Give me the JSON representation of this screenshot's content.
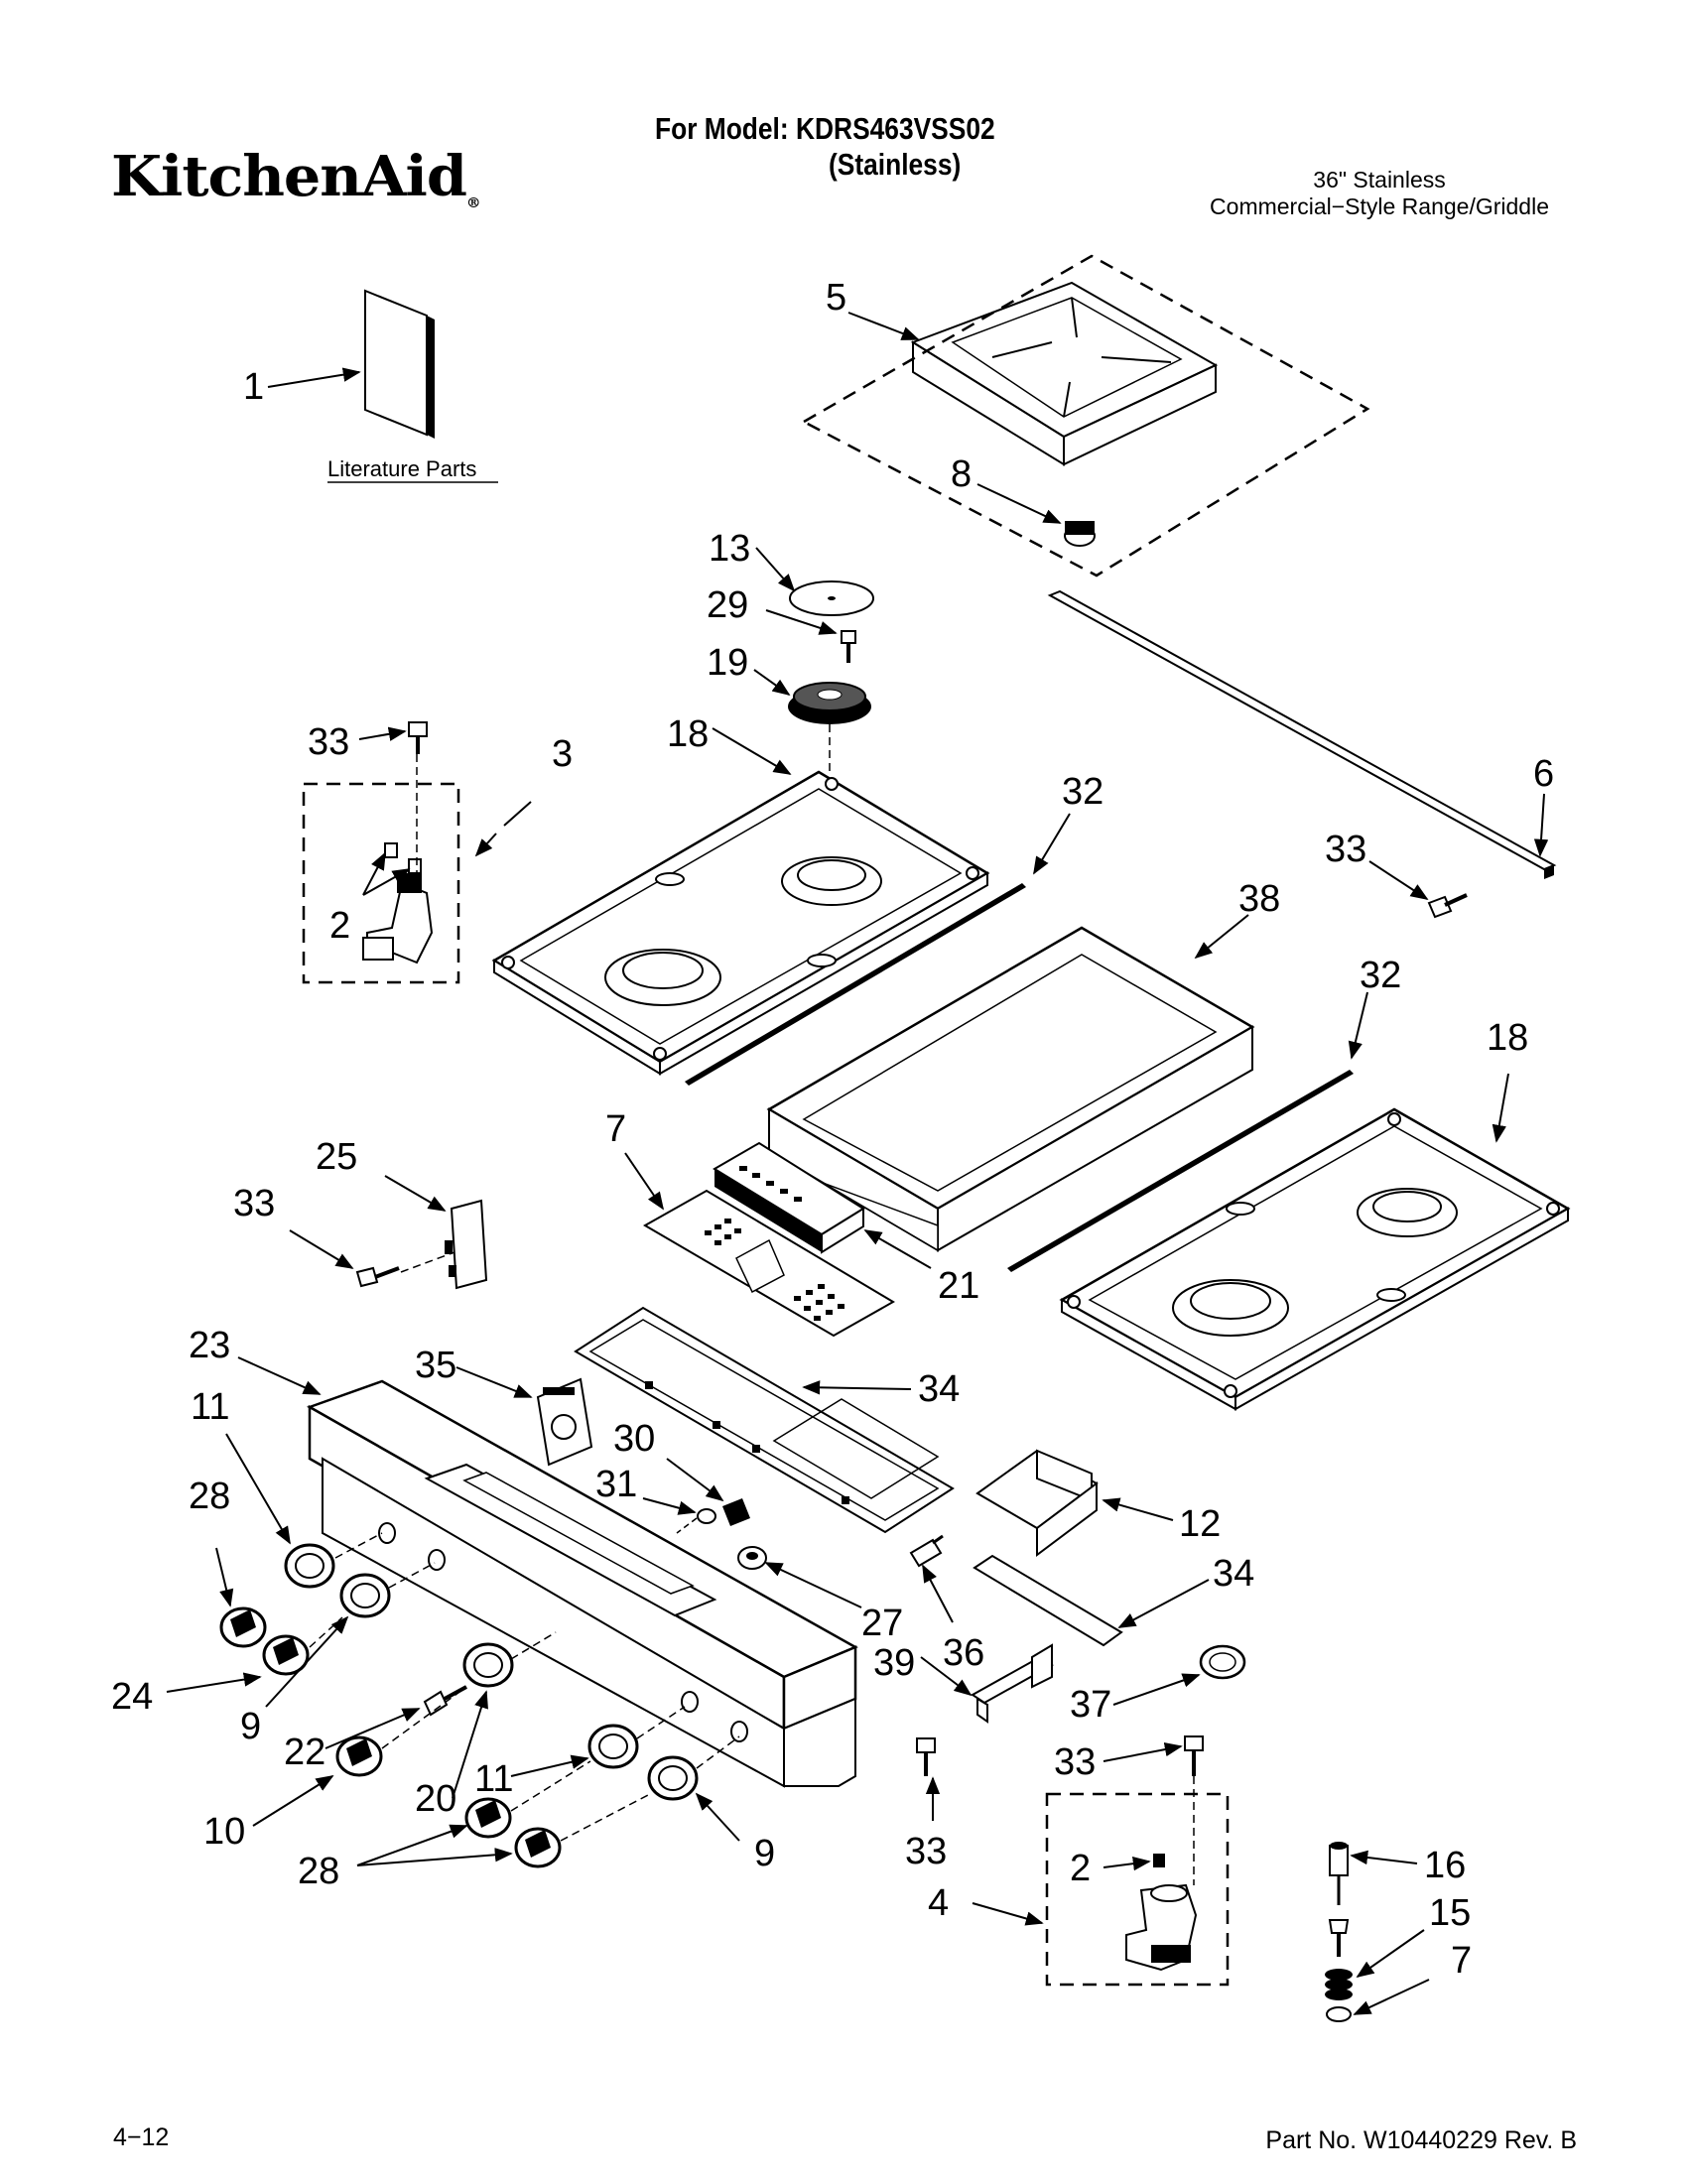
{
  "header": {
    "brand": "KitchenAid",
    "brand_mark": "®",
    "model_line": "For Model: KDRS463VSS02",
    "finish_line": "(Stainless)",
    "product_line1": "36\" Stainless",
    "product_line2": "Commercial−Style Range/Griddle"
  },
  "diagram": {
    "literature_label": "Literature Parts",
    "callouts": {
      "c1": "1",
      "c5": "5",
      "c8": "8",
      "c13": "13",
      "c29": "29",
      "c19": "19",
      "c33a": "33",
      "c3": "3",
      "c18a": "18",
      "c2a": "2",
      "c32a": "32",
      "c6": "6",
      "c33b": "33",
      "c38": "38",
      "c32b": "32",
      "c18b": "18",
      "c25": "25",
      "c7a": "7",
      "c33c": "33",
      "c21": "21",
      "c23": "23",
      "c35": "35",
      "c34a": "34",
      "c11a": "11",
      "c30": "30",
      "c28a": "28",
      "c31": "31",
      "c12": "12",
      "c34b": "34",
      "c27": "27",
      "c36": "36",
      "c24": "24",
      "c39": "39",
      "c9a": "9",
      "c37": "37",
      "c22": "22",
      "c33d": "33",
      "c20": "20",
      "c11b": "11",
      "c10": "10",
      "c33e": "33",
      "c28b": "28",
      "c9b": "9",
      "c2b": "2",
      "c16": "16",
      "c4": "4",
      "c15": "15",
      "c7b": "7"
    }
  },
  "footer": {
    "page": "4−12",
    "part_no": "Part No. W10440229 Rev. B"
  }
}
